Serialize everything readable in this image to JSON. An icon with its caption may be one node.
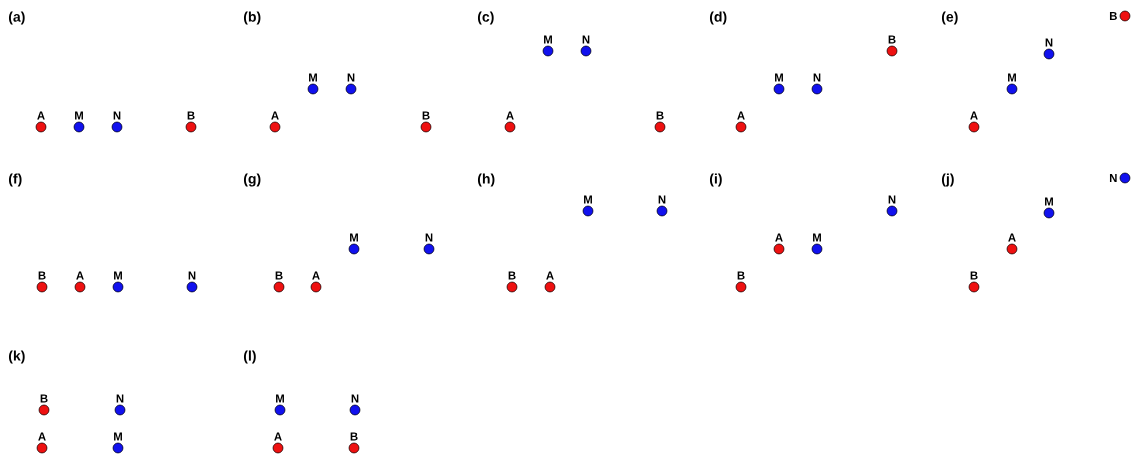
{
  "diagram": {
    "nodes": [
      {
        "text": [
          "A"
        ]
      },
      {
        "text": [
          "M"
        ]
      },
      {
        "text": [
          "N"
        ]
      },
      {
        "text": [
          "B"
        ]
      },
      {
        "text": [
          "A"
        ]
      },
      {
        "text": [
          "M"
        ]
      },
      {
        "text": [
          "N"
        ]
      },
      {
        "text": [
          "B"
        ]
      },
      {
        "text": [
          "A"
        ]
      },
      {
        "text": [
          "M"
        ]
      },
      {
        "text": [
          "N"
        ]
      },
      {
        "text": [
          "B"
        ]
      },
      {
        "text": [
          "A"
        ]
      },
      {
        "text": [
          "M"
        ]
      },
      {
        "text": [
          "N"
        ]
      },
      {
        "text": [
          "B"
        ]
      },
      {
        "text": [
          "A"
        ]
      },
      {
        "text": [
          "M"
        ]
      },
      {
        "text": [
          "N"
        ]
      },
      {
        "text": [
          "B"
        ]
      },
      {
        "text": [
          "B"
        ]
      },
      {
        "text": [
          "A"
        ]
      },
      {
        "text": [
          "M"
        ]
      },
      {
        "text": [
          "N"
        ]
      },
      {
        "text": [
          "B"
        ]
      },
      {
        "text": [
          "A"
        ]
      },
      {
        "text": [
          "M"
        ]
      },
      {
        "text": [
          "N"
        ]
      },
      {
        "text": [
          "B"
        ]
      },
      {
        "text": [
          "A"
        ]
      },
      {
        "text": [
          "M"
        ]
      },
      {
        "text": [
          "N"
        ]
      },
      {
        "text": [
          "B"
        ]
      },
      {
        "text": [
          "A"
        ]
      },
      {
        "text": [
          "M"
        ]
      },
      {
        "text": [
          "N"
        ]
      },
      {
        "text": [
          "B"
        ]
      },
      {
        "text": [
          "A"
        ]
      },
      {
        "text": [
          "M"
        ]
      },
      {
        "text": [
          "N"
        ]
      },
      {
        "text": [
          "B"
        ]
      },
      {
        "text": [
          "N"
        ]
      },
      {
        "text": [
          "A"
        ]
      },
      {
        "text": [
          "M"
        ]
      },
      {
        "text": [
          "M"
        ]
      },
      {
        "text": [
          "N"
        ]
      },
      {
        "text": [
          "A"
        ]
      },
      {
        "text": [
          "B"
        ]
      }
    ],
    "labels": [
      "(a)",
      "(b)",
      "(c)",
      "(d)",
      "(e)",
      "(f)",
      "(g)",
      "(h)",
      "(i)",
      "(j)",
      "(k)",
      "(l)"
    ]
  }
}
